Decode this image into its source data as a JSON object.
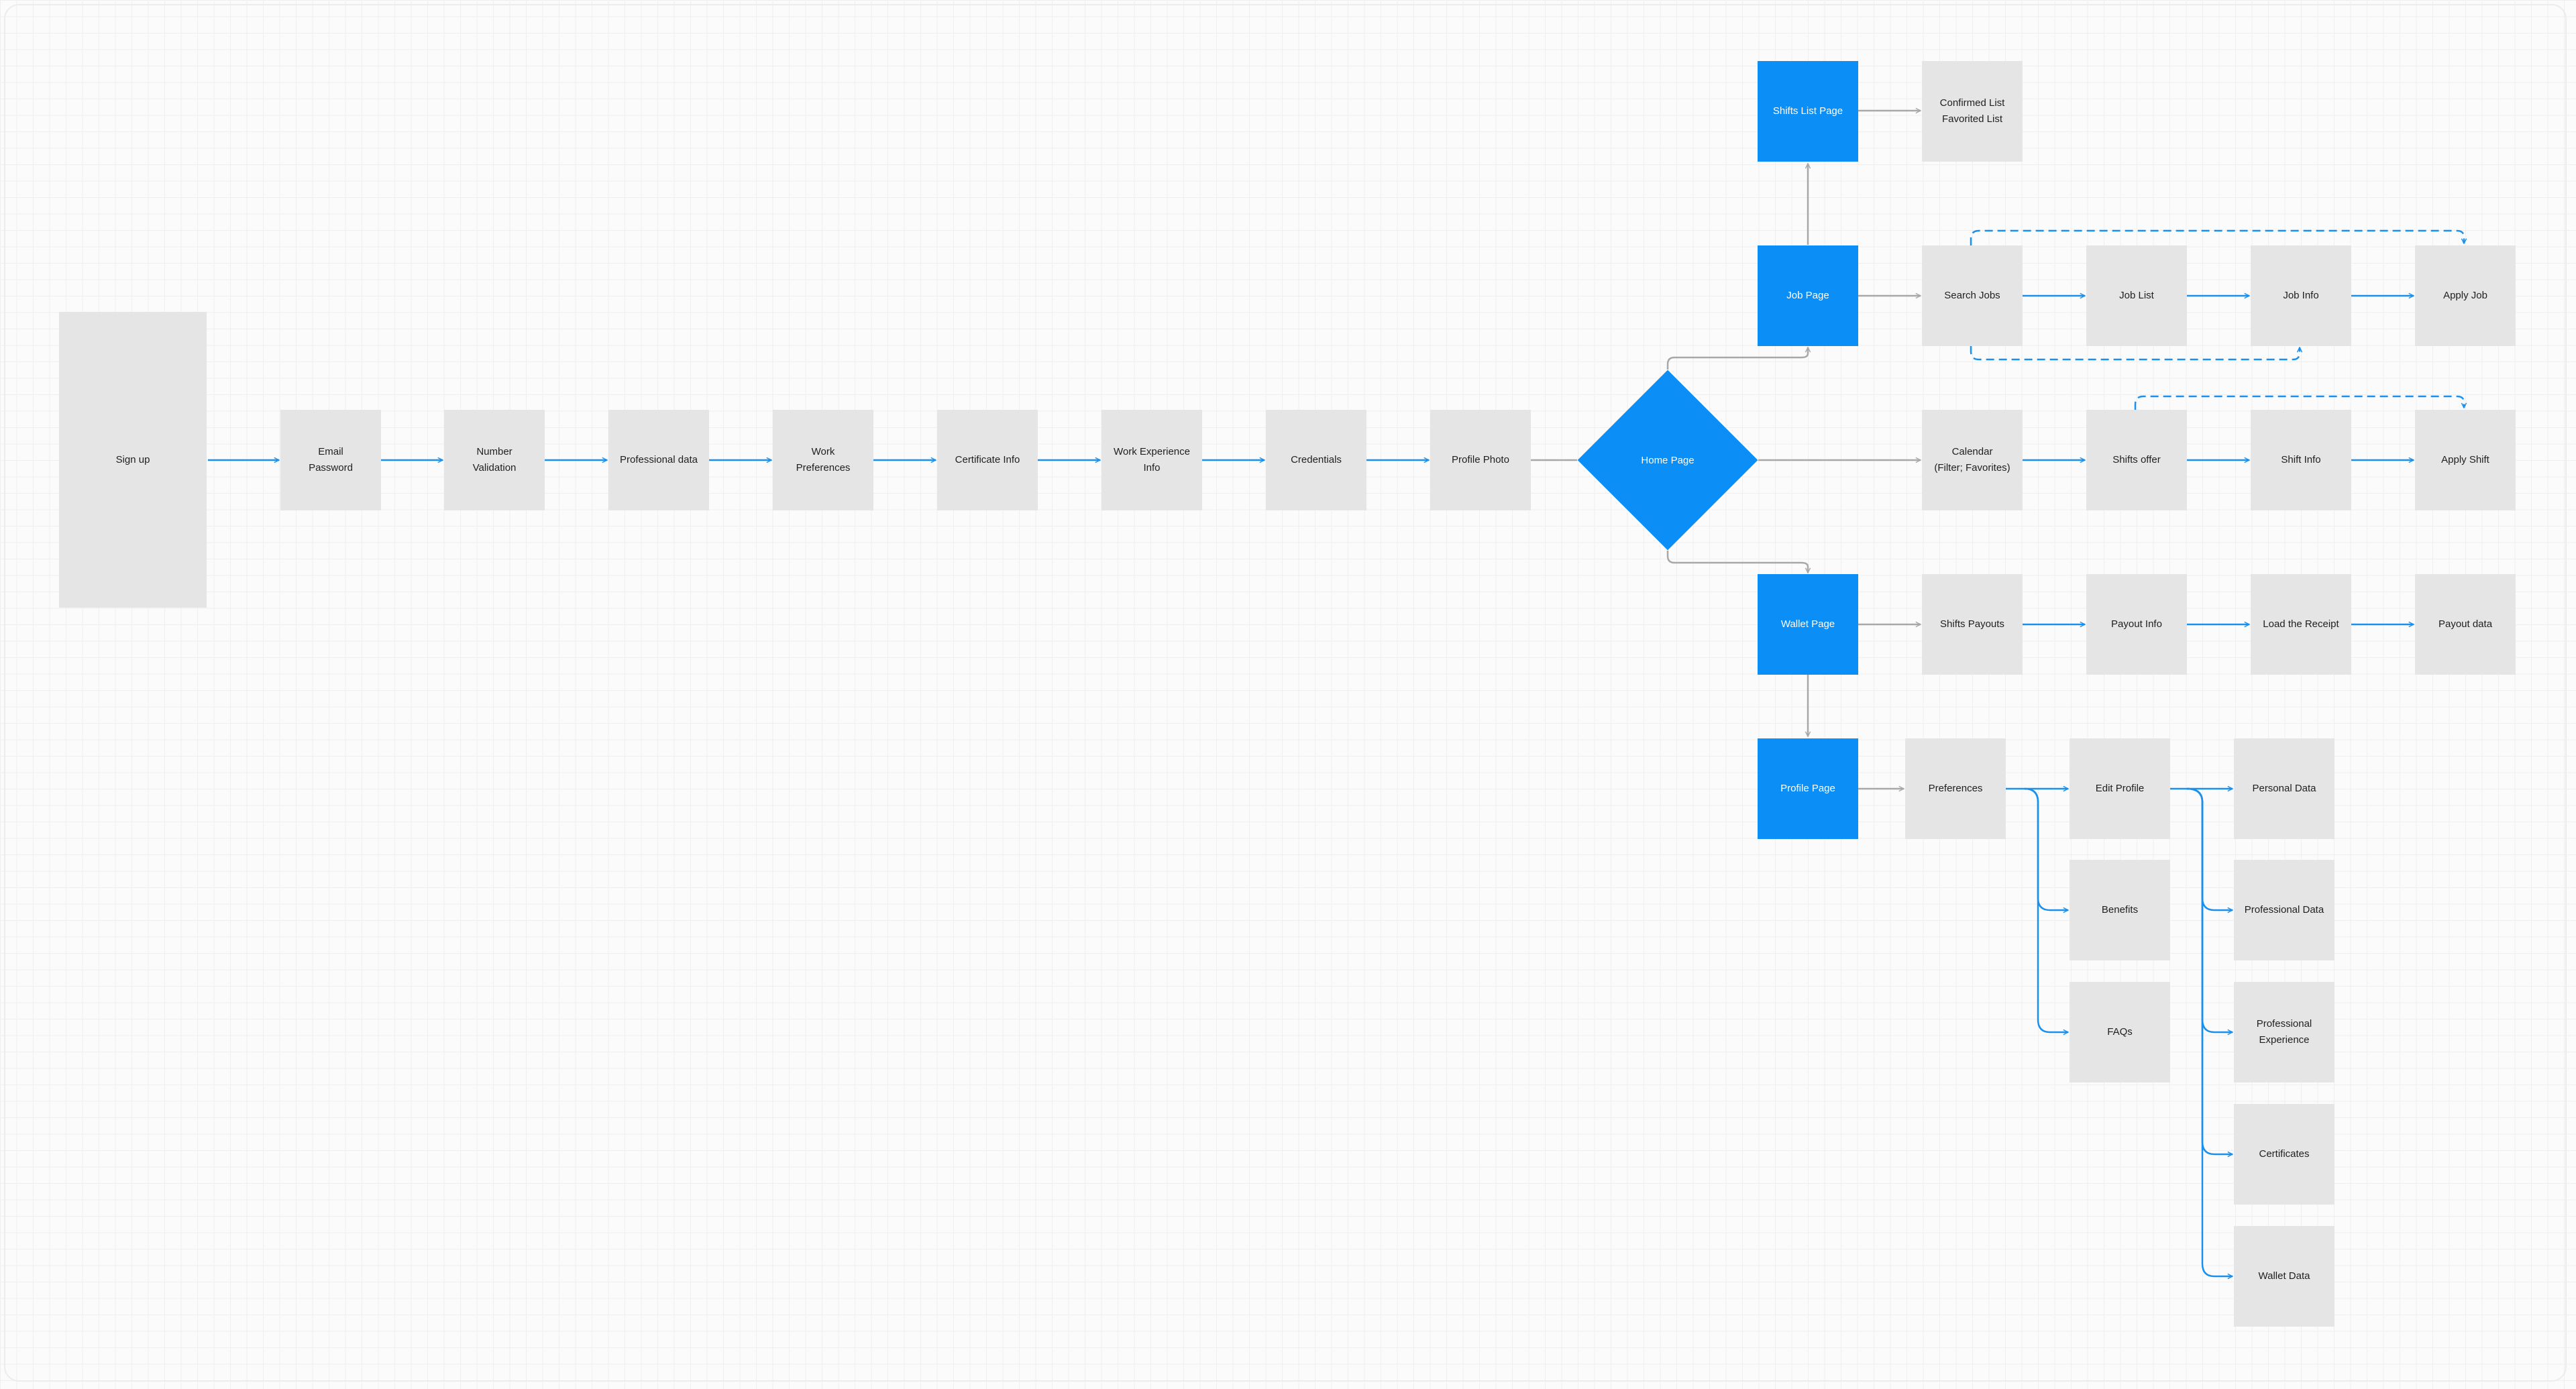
{
  "colors": {
    "accent": "#0b8ef5",
    "node_gray": "#e5e5e5",
    "edge_blue": "#1a90ee",
    "edge_gray": "#a8a8a8"
  },
  "nodes": {
    "signup": "Sign up",
    "email_password": "Email\nPassword",
    "number_validation": "Number\nValidation",
    "professional_data": "Professional data",
    "work_preferences": "Work\nPreferences",
    "certificate_info": "Certificate Info",
    "work_experience_info": "Work Experience\nInfo",
    "credentials": "Credentials",
    "profile_photo": "Profile Photo",
    "home_page": "Home Page",
    "shifts_list_page": "Shifts List Page",
    "confirmed_favorited": "Confirmed List\nFavorited List",
    "job_page": "Job Page",
    "search_jobs": "Search Jobs",
    "job_list": "Job List",
    "job_info": "Job Info",
    "apply_job": "Apply Job",
    "calendar": "Calendar\n(Filter; Favorites)",
    "shifts_offer": "Shifts offer",
    "shift_info": "Shift Info",
    "apply_shift": "Apply Shift",
    "wallet_page": "Wallet Page",
    "shifts_payouts": "Shifts Payouts",
    "payout_info": "Payout Info",
    "load_receipt": "Load the Receipt",
    "payout_data": "Payout data",
    "profile_page": "Profile Page",
    "preferences": "Preferences",
    "edit_profile": "Edit Profile",
    "benefits": "Benefits",
    "faqs": "FAQs",
    "personal_data": "Personal Data",
    "professional_data_2": "Professional Data",
    "professional_experience": "Professional\nExperience",
    "certificates": "Certificates",
    "wallet_data": "Wallet Data"
  }
}
